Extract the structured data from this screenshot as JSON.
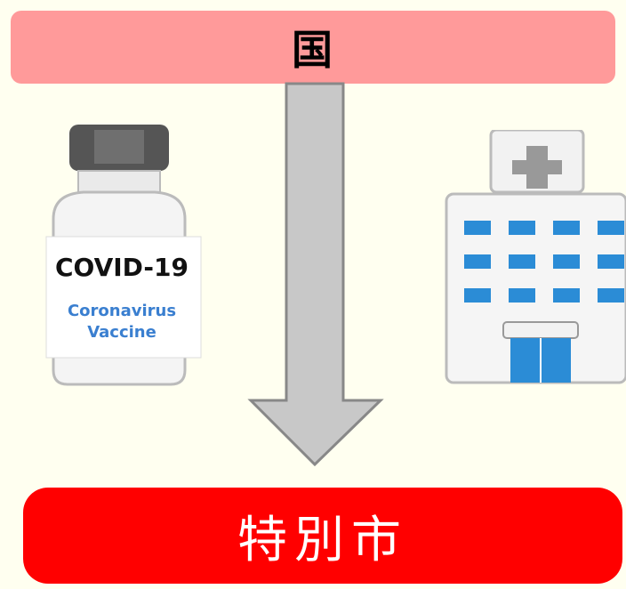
{
  "top_label": "国",
  "bottom_label": "特別市",
  "vaccine": {
    "title": "COVID-19",
    "subtitle_line1": "Coronavirus",
    "subtitle_line2": "Vaccine"
  },
  "colors": {
    "top_bar": "#ff9a9a",
    "bottom_bar": "#ff0000",
    "arrow_fill": "#c8c8c8",
    "background": "#fffff0"
  }
}
